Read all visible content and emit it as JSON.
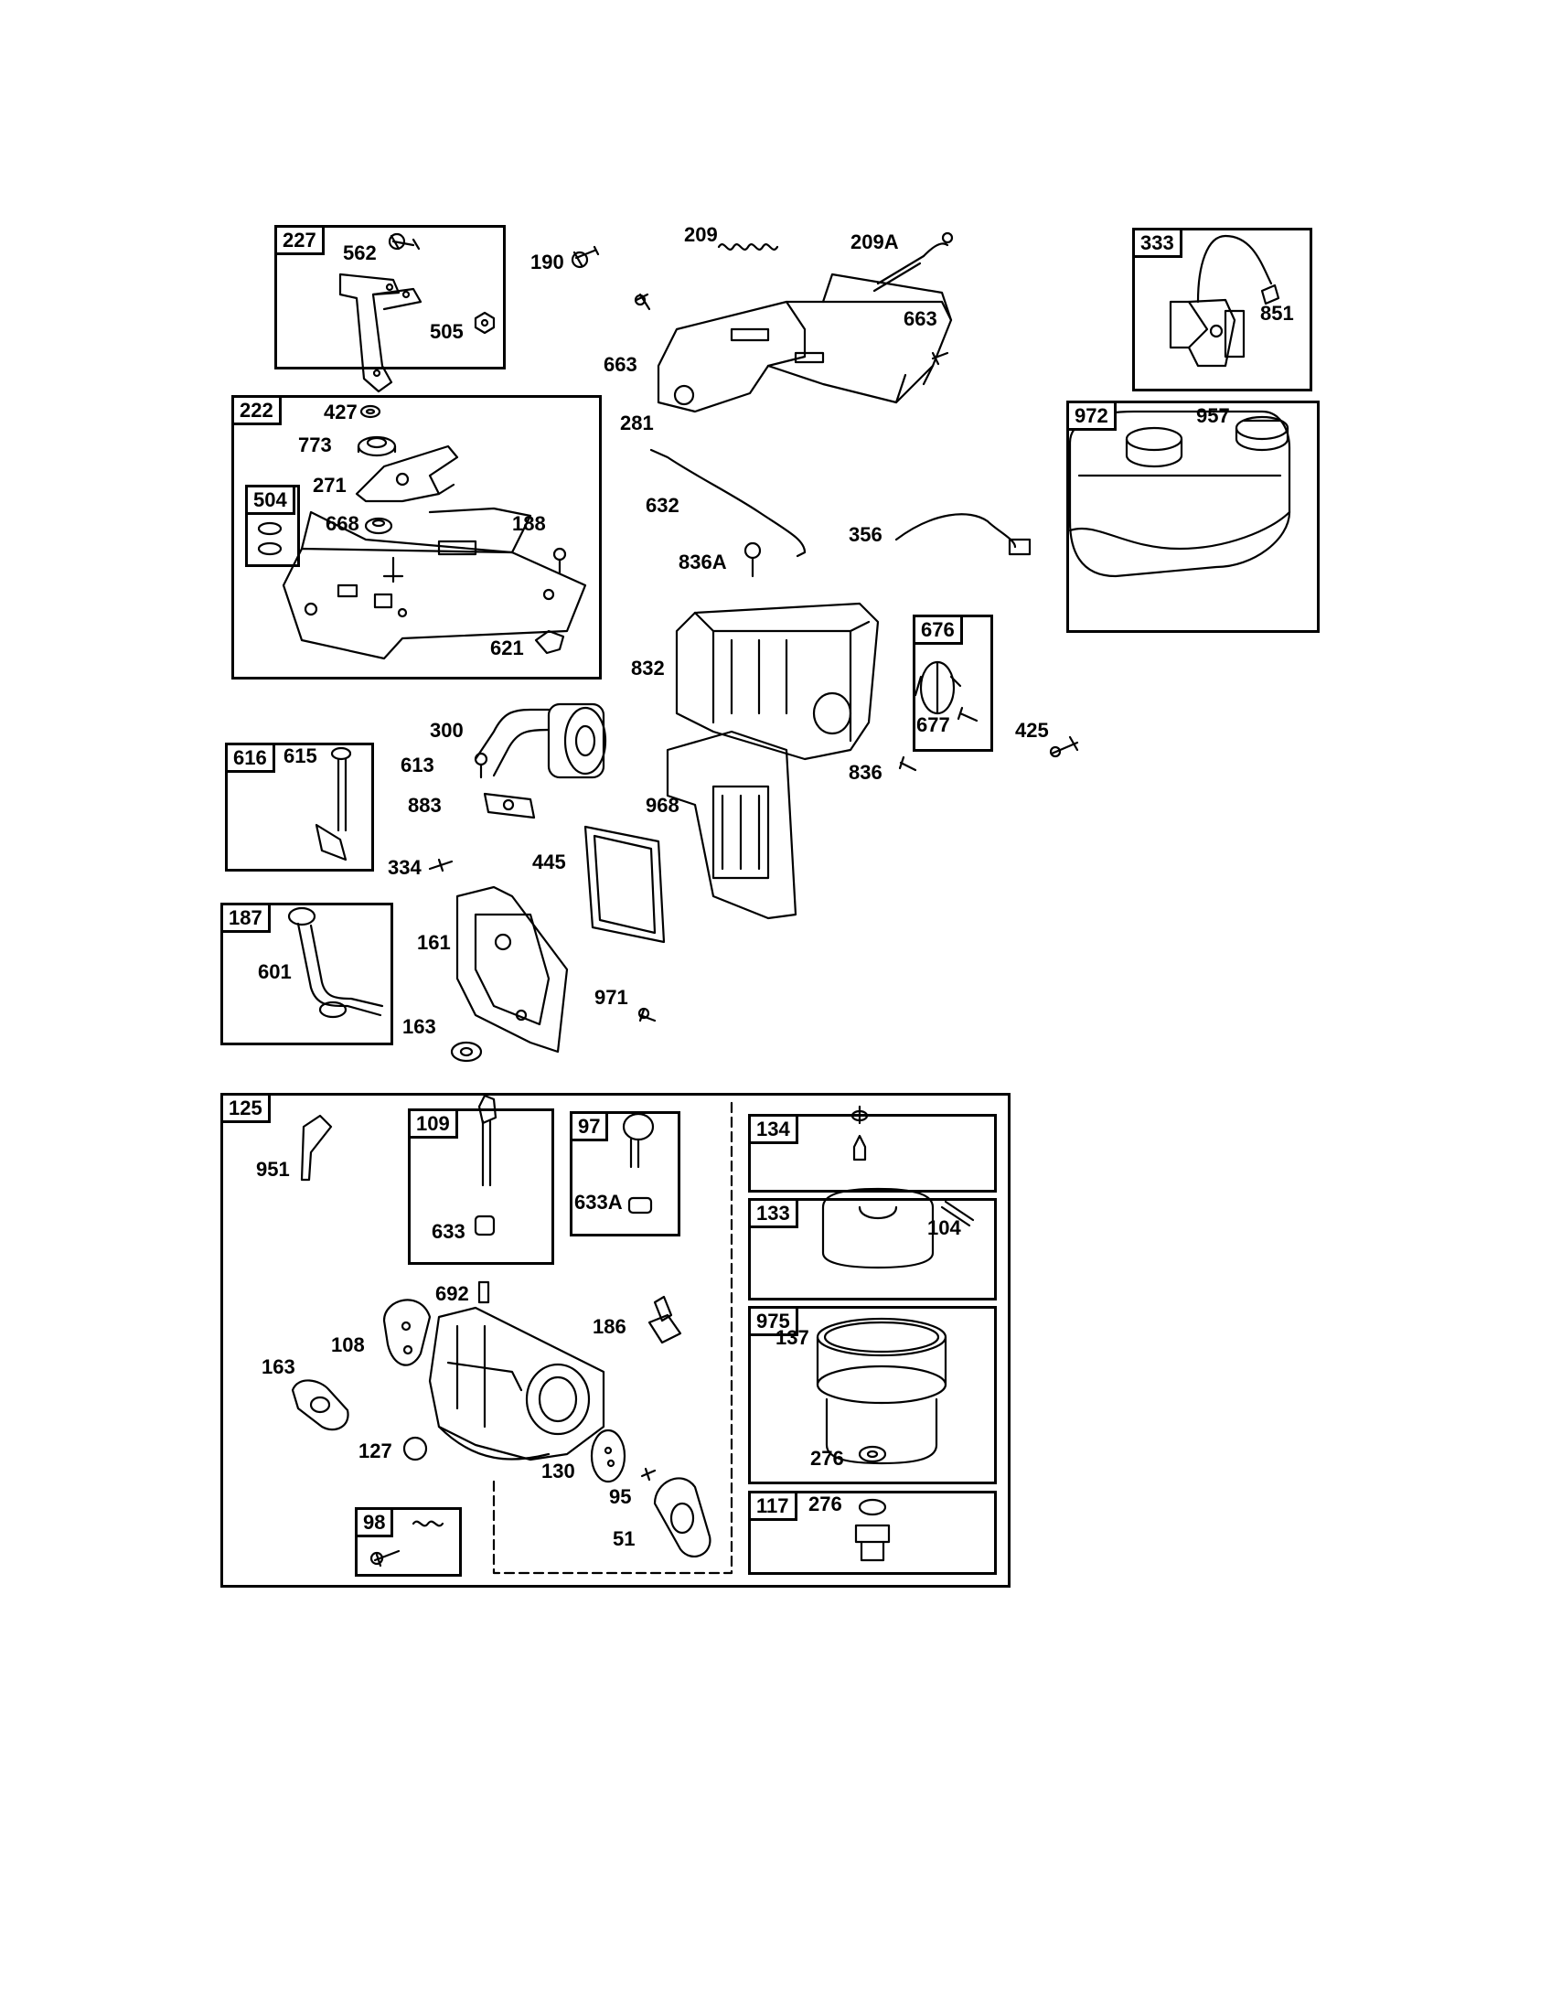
{
  "diagram": {
    "group_tags": {
      "t227": "227",
      "t222": "222",
      "t504": "504",
      "t616": "616",
      "t187": "187",
      "t333": "333",
      "t972": "972",
      "t676": "676",
      "t125": "125",
      "t109": "109",
      "t97": "97",
      "t134": "134",
      "t133": "133",
      "t975": "975",
      "t117": "117",
      "t98": "98"
    },
    "part_labels": {
      "p562": "562",
      "p505": "505",
      "p190": "190",
      "p209": "209",
      "p209a": "209A",
      "p851": "851",
      "p663a": "663",
      "p663b": "663",
      "p281": "281",
      "p427": "427",
      "p773": "773",
      "p271": "271",
      "p668": "668",
      "p188": "188",
      "p621": "621",
      "p632": "632",
      "p356": "356",
      "p836a": "836A",
      "p957": "957",
      "p832": "832",
      "p677": "677",
      "p425": "425",
      "p836": "836",
      "p300": "300",
      "p613": "613",
      "p883": "883",
      "p615": "615",
      "p968": "968",
      "p334": "334",
      "p445": "445",
      "p161": "161",
      "p601": "601",
      "p971": "971",
      "p163a": "163",
      "p951": "951",
      "p633": "633",
      "p633a": "633A",
      "p104": "104",
      "p692": "692",
      "p186": "186",
      "p108": "108",
      "p163b": "163",
      "p137": "137",
      "p127": "127",
      "p130": "130",
      "p276a": "276",
      "p276b": "276",
      "p95": "95",
      "p51": "51"
    }
  }
}
